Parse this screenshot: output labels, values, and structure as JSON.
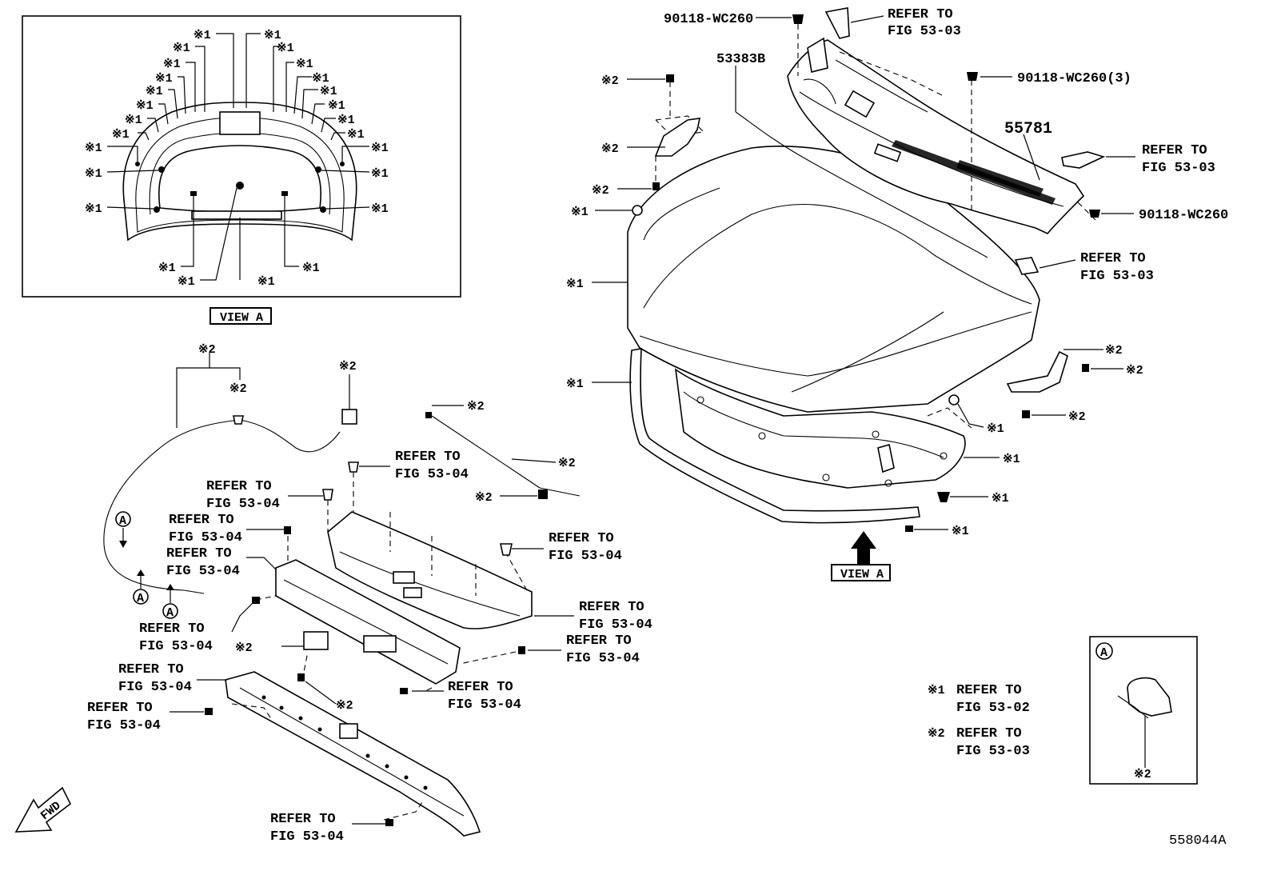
{
  "view_a_inset": {
    "label": "VIEW A",
    "callouts": [
      "※1",
      "※1",
      "※1",
      "※1",
      "※1",
      "※1",
      "※1",
      "※1",
      "※1",
      "※1",
      "※1",
      "※1",
      "※1",
      "※1",
      "※1",
      "※1",
      "※1",
      "※1",
      "※1",
      "※1",
      "※1",
      "※1",
      "※1",
      "※1",
      "※1",
      "※1"
    ]
  },
  "hood": {
    "part_seal_top": "53383B",
    "part_cowl": "55781",
    "clip_1": "90118-WC260",
    "clip_2": "90118-WC260(3)",
    "clip_3": "90118-WC260",
    "refer_53_03": "REFER TO",
    "refer_53_03_b": "FIG 53-03",
    "mark1": "※1",
    "mark2": "※2",
    "view_label": "VIEW A"
  },
  "lower": {
    "refer_to": "REFER TO",
    "fig_53_04": "FIG 53-04",
    "mark2": "※2",
    "circle_a": "A"
  },
  "legend": {
    "note1_mark": "※1",
    "note1_text": "REFER TO",
    "note1_fig": "FIG 53-02",
    "note2_mark": "※2",
    "note2_text": "REFER TO",
    "note2_fig": "FIG 53-03"
  },
  "detail_a": {
    "label": "A",
    "mark": "※2"
  },
  "fwd_label": "FWD",
  "diagram_id": "558044A"
}
